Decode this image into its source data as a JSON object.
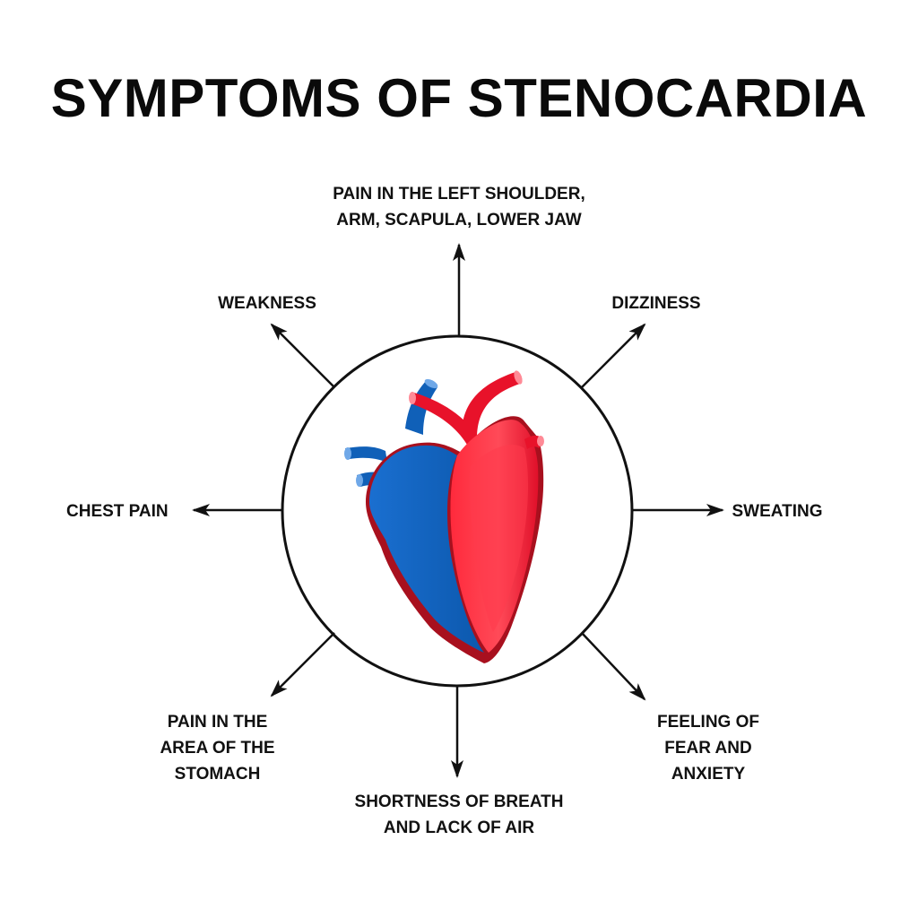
{
  "title": "SYMPTOMS OF STENOCARDIA",
  "symptoms": {
    "left_shoulder": "PAIN IN THE LEFT SHOULDER,\nARM, SCAPULA, LOWER JAW",
    "weakness": "WEAKNESS",
    "dizziness": "DIZZINESS",
    "chest_pain": "CHEST PAIN",
    "sweating": "SWEATING",
    "stomach_pain": "PAIN IN THE\nAREA OF THE\nSTOMACH",
    "fear_anxiety": "FEELING OF\nFEAR AND\nANXIETY",
    "shortness_of_breath": "SHORTNESS OF BREATH\nAND LACK OF AIR"
  },
  "colors": {
    "heart_red": "#e8122a",
    "heart_dark_red": "#b0101e",
    "heart_blue": "#1060b8",
    "heart_dark_blue": "#0a3f80",
    "line": "#111111"
  },
  "icons": {
    "center": "heart-illustration",
    "arrows": "arrow-icon"
  }
}
